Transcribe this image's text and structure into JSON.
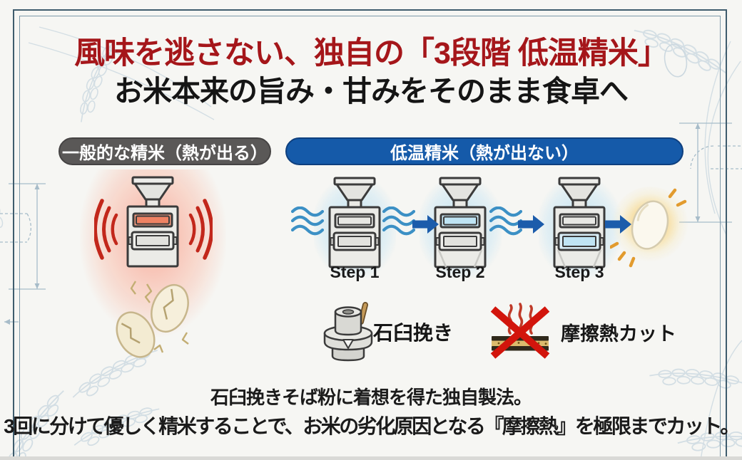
{
  "page": {
    "headline": "風味を逃さない、独自の「3段階 低温精米」",
    "subtitle": "お米本来の旨み・甘みをそのまま食卓へ"
  },
  "conventional": {
    "badge_label": "一般的な精米（熱が出る）",
    "machine_icon": "rice-milling-machine-hot",
    "heat_icon": "red-heat-waves",
    "result_icon": "cracked-rice-grains"
  },
  "low_temperature": {
    "badge_label": "低温精米（熱が出ない）",
    "steps": [
      {
        "label": "Step 1"
      },
      {
        "label": "Step 2"
      },
      {
        "label": "Step 3"
      }
    ],
    "flow_icons": [
      "cool-air-waves",
      "arrow-right-icon",
      "glowing-rice-grain"
    ]
  },
  "features": [
    {
      "icon": "stone-mill-icon",
      "label": "石臼挽き"
    },
    {
      "icon": "no-friction-heat-icon",
      "label": "摩擦熱カット"
    }
  ],
  "footer": {
    "line1": "石臼挽きそば粉に着想を得た独自製法。",
    "line2": "3回に分けて優しく精米することで、お米の劣化原因となる『摩擦熱』を極限までカット。"
  },
  "colors": {
    "headline_red": "#a5161a",
    "badge_gray": "#5a5857",
    "badge_blue": "#155aa9",
    "frame_blue": "#3f5c6d",
    "wave_blue": "#3c90c5",
    "arrow_blue": "#1c5cab",
    "heat_red": "#c2271b",
    "glow_yellow": "#f6d489",
    "grain_cream": "#f4ecd4"
  }
}
